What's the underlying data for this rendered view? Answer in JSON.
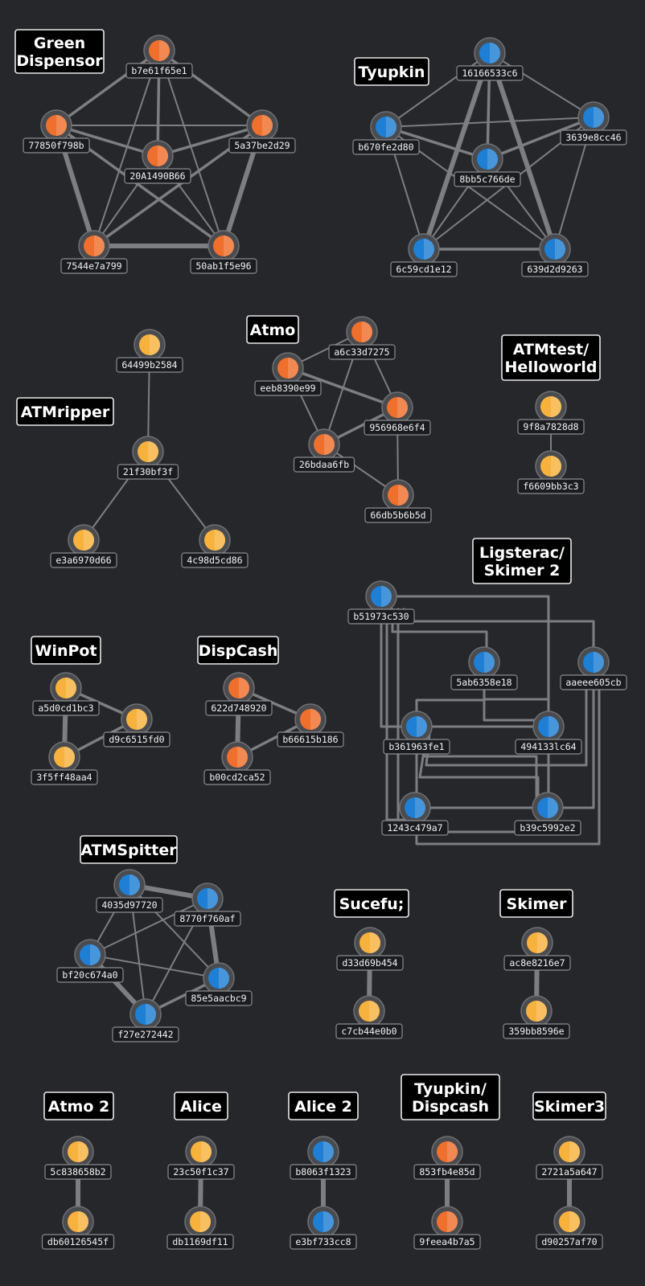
{
  "colors": {
    "background": "#26272b",
    "orange": "#ef6f2c",
    "blue": "#1e7fd4",
    "yellow": "#f7b23e",
    "edge": "#7d7e80"
  },
  "clusters": [
    {
      "id": "green-dispensor",
      "label": [
        "Green",
        "Dispensor"
      ],
      "color": "orange",
      "nodes": [
        "b7e61f65e1",
        "77850f798b",
        "20A1490B66",
        "5a37be2d29",
        "7544e7a799",
        "50ab1f5e96"
      ],
      "edges": [
        [
          0,
          1,
          "m"
        ],
        [
          0,
          2,
          "m"
        ],
        [
          0,
          3,
          "m"
        ],
        [
          0,
          4,
          "t"
        ],
        [
          0,
          5,
          "t"
        ],
        [
          1,
          2,
          "m"
        ],
        [
          1,
          3,
          "t"
        ],
        [
          1,
          4,
          "k"
        ],
        [
          1,
          5,
          "m"
        ],
        [
          2,
          3,
          "m"
        ],
        [
          2,
          4,
          "t"
        ],
        [
          2,
          5,
          "t"
        ],
        [
          3,
          4,
          "m"
        ],
        [
          3,
          5,
          "k"
        ],
        [
          4,
          5,
          "k"
        ]
      ]
    },
    {
      "id": "tyupkin",
      "label": [
        "Tyupkin"
      ],
      "color": "blue",
      "nodes": [
        "16166533c6",
        "b670fe2d80",
        "8bb5c766de",
        "3639e8cc46",
        "6c59cd1e12",
        "639d2d9263"
      ],
      "edges": [
        [
          0,
          1,
          "t"
        ],
        [
          0,
          2,
          "m"
        ],
        [
          0,
          3,
          "t"
        ],
        [
          0,
          4,
          "k"
        ],
        [
          0,
          5,
          "k"
        ],
        [
          1,
          2,
          "m"
        ],
        [
          1,
          3,
          "t"
        ],
        [
          1,
          4,
          "t"
        ],
        [
          1,
          5,
          "t"
        ],
        [
          2,
          3,
          "m"
        ],
        [
          2,
          4,
          "t"
        ],
        [
          2,
          5,
          "t"
        ],
        [
          3,
          4,
          "t"
        ],
        [
          3,
          5,
          "t"
        ],
        [
          4,
          5,
          "m"
        ]
      ]
    },
    {
      "id": "atmripper",
      "label": [
        "ATMripper"
      ],
      "color": "yellow",
      "nodes": [
        "64499b2584",
        "21f30bf3f",
        "e3a6970d66",
        "4c98d5cd86"
      ],
      "edges": [
        [
          0,
          1,
          "t"
        ],
        [
          1,
          2,
          "t"
        ],
        [
          1,
          3,
          "t"
        ]
      ]
    },
    {
      "id": "atmo",
      "label": [
        "Atmo"
      ],
      "color": "orange",
      "nodes": [
        "a6c33d7275",
        "eeb8390e99",
        "956968e6f4",
        "26bdaa6fb",
        "66db5b6b5d"
      ],
      "edges": [
        [
          0,
          1,
          "t"
        ],
        [
          0,
          2,
          "t"
        ],
        [
          0,
          3,
          "t"
        ],
        [
          1,
          2,
          "m"
        ],
        [
          1,
          3,
          "t"
        ],
        [
          2,
          3,
          "m"
        ],
        [
          2,
          4,
          "t"
        ],
        [
          3,
          4,
          "t"
        ]
      ]
    },
    {
      "id": "atmtest",
      "label": [
        "ATMtest/",
        "Helloworld"
      ],
      "color": "yellow",
      "nodes": [
        "9f8a7828d8",
        "f6609bb3c3"
      ],
      "edges": [
        [
          0,
          1,
          "t"
        ]
      ]
    },
    {
      "id": "ligsterac",
      "label": [
        "Ligsterac/",
        "Skimer 2"
      ],
      "color": "blue",
      "nodes": [
        "b51973c530",
        "5ab6358e18",
        "aaeee605cb",
        "b361963fe1",
        "494133lc64",
        "1243c479a7",
        "b39c5992e2"
      ],
      "edges": []
    },
    {
      "id": "winpot",
      "label": [
        "WinPot"
      ],
      "color": "yellow",
      "nodes": [
        "a5d0cd1bc3",
        "d9c6515fd0",
        "3f5ff48aa4"
      ],
      "edges": [
        [
          0,
          1,
          "m"
        ],
        [
          0,
          2,
          "k"
        ],
        [
          1,
          2,
          "m"
        ]
      ]
    },
    {
      "id": "dispcash",
      "label": [
        "DispCash"
      ],
      "color": "orange",
      "nodes": [
        "622d748920",
        "b66615b186",
        "b00cd2ca52"
      ],
      "edges": [
        [
          0,
          1,
          "m"
        ],
        [
          0,
          2,
          "k"
        ],
        [
          1,
          2,
          "m"
        ]
      ]
    },
    {
      "id": "atmspitter",
      "label": [
        "ATMSpitter"
      ],
      "color": "blue",
      "nodes": [
        "4035d97720",
        "8770f760af",
        "bf20c674a0",
        "85e5aacbc9",
        "f27e272442"
      ],
      "edges": [
        [
          0,
          1,
          "k"
        ],
        [
          0,
          2,
          "t"
        ],
        [
          0,
          3,
          "t"
        ],
        [
          0,
          4,
          "t"
        ],
        [
          1,
          2,
          "t"
        ],
        [
          1,
          3,
          "k"
        ],
        [
          1,
          4,
          "t"
        ],
        [
          2,
          3,
          "t"
        ],
        [
          2,
          4,
          "k"
        ],
        [
          3,
          4,
          "m"
        ]
      ]
    },
    {
      "id": "sucefu",
      "label": [
        "Sucefu;"
      ],
      "color": "yellow",
      "nodes": [
        "d33d69b454",
        "c7cb44e0b0"
      ],
      "edges": [
        [
          0,
          1,
          "k"
        ]
      ]
    },
    {
      "id": "skimer",
      "label": [
        "Skimer"
      ],
      "color": "yellow",
      "nodes": [
        "ac8e8216e7",
        "359bb8596e"
      ],
      "edges": [
        [
          0,
          1,
          "k"
        ]
      ]
    },
    {
      "id": "atmo-2",
      "label": [
        "Atmo 2"
      ],
      "color": "yellow",
      "nodes": [
        "5c838658b2",
        "db60126545f"
      ],
      "edges": [
        [
          0,
          1,
          "k"
        ]
      ]
    },
    {
      "id": "alice",
      "label": [
        "Alice"
      ],
      "color": "yellow",
      "nodes": [
        "23c50f1c37",
        "db1169df11"
      ],
      "edges": [
        [
          0,
          1,
          "k"
        ]
      ]
    },
    {
      "id": "alice-2",
      "label": [
        "Alice 2"
      ],
      "color": "blue",
      "nodes": [
        "b8063f1323",
        "e3bf733cc8"
      ],
      "edges": [
        [
          0,
          1,
          "k"
        ]
      ]
    },
    {
      "id": "tyupkin-dispcash",
      "label": [
        "Tyupkin/",
        "Dispcash"
      ],
      "color": "orange",
      "nodes": [
        "853fb4e85d",
        "9feea4b7a5"
      ],
      "edges": [
        [
          0,
          1,
          "k"
        ]
      ]
    },
    {
      "id": "skimer3",
      "label": [
        "Skimer3"
      ],
      "color": "yellow",
      "nodes": [
        "2721a5a647",
        "d90257af70"
      ],
      "edges": [
        [
          0,
          1,
          "k"
        ]
      ]
    }
  ]
}
